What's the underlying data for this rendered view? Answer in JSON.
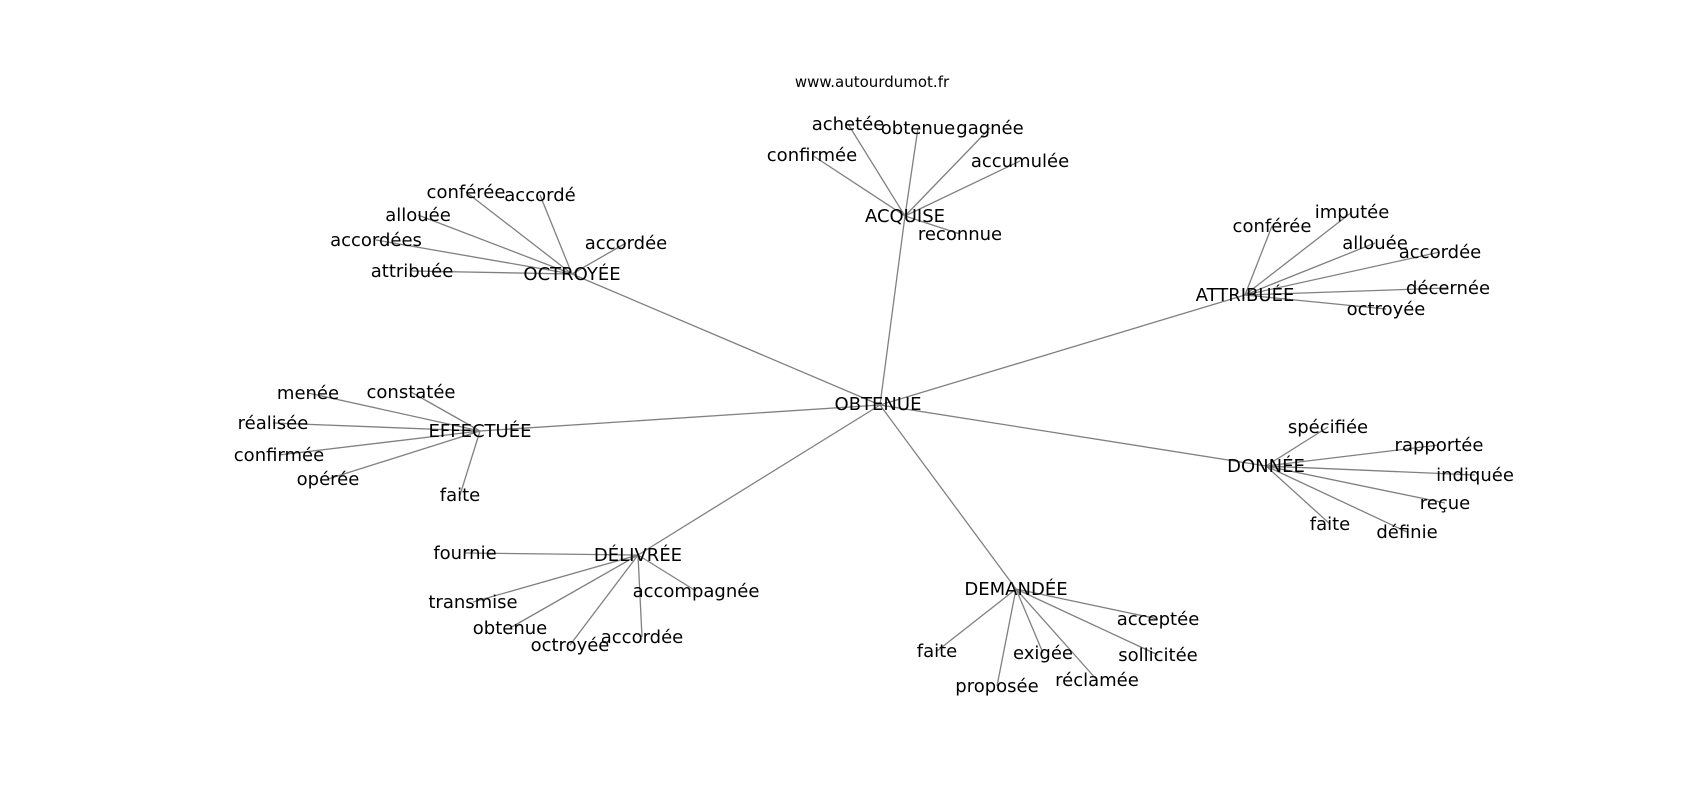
{
  "diagram": {
    "source": "www.autourdumot.fr",
    "center": "OBTENUE",
    "edge_color": "#808080",
    "text_color": "#000000",
    "clusters": [
      {
        "hub": "ACQUISE",
        "leaves": [
          "achetée",
          "obtenue",
          "gagnée",
          "confirmée",
          "accumulée",
          "reconnue"
        ]
      },
      {
        "hub": "OCTROYÉE",
        "leaves": [
          "conférée",
          "accordé",
          "allouée",
          "accordées",
          "accordée",
          "attribuée"
        ]
      },
      {
        "hub": "ATTRIBUÉE",
        "leaves": [
          "conférée",
          "imputée",
          "allouée",
          "accordée",
          "décernée",
          "octroyée"
        ]
      },
      {
        "hub": "EFFECTUÉE",
        "leaves": [
          "menée",
          "constatée",
          "réalisée",
          "confirmée",
          "opérée",
          "faite"
        ]
      },
      {
        "hub": "DONNÉE",
        "leaves": [
          "spécifiée",
          "rapportée",
          "indiquée",
          "reçue",
          "faite",
          "définie"
        ]
      },
      {
        "hub": "DÉLIVRÉE",
        "leaves": [
          "fournie",
          "transmise",
          "accompagnée",
          "obtenue",
          "octroyée",
          "accordée"
        ]
      },
      {
        "hub": "DEMANDÉE",
        "leaves": [
          "acceptée",
          "faite",
          "exigée",
          "sollicitée",
          "réclamée",
          "proposée"
        ]
      }
    ]
  }
}
